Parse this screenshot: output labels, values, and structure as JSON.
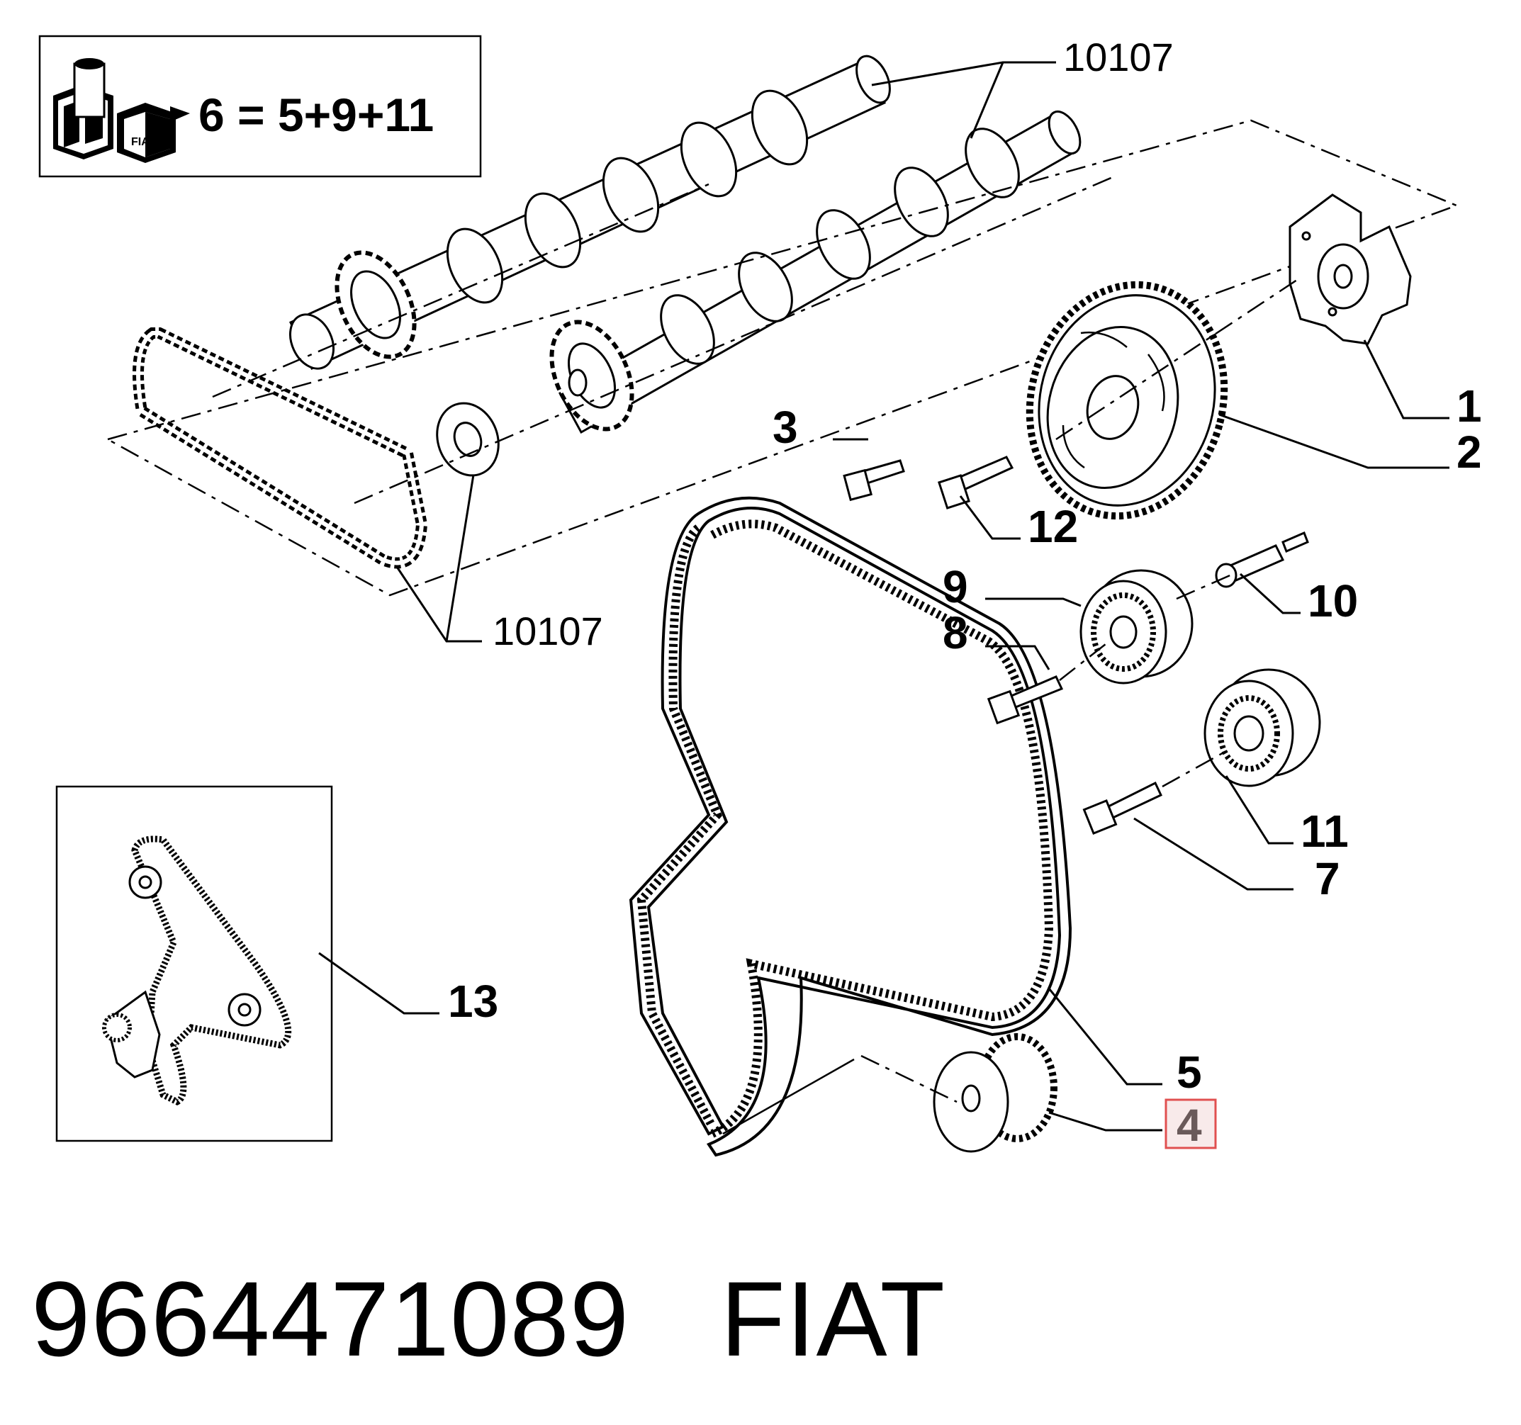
{
  "kit_formula": "6 = 5+9+11",
  "kit_icon_text": "FIAT",
  "callouts": [
    {
      "id": "1",
      "label": "1"
    },
    {
      "id": "2",
      "label": "2"
    },
    {
      "id": "3",
      "label": "3"
    },
    {
      "id": "4",
      "label": "4",
      "highlighted": true
    },
    {
      "id": "5",
      "label": "5"
    },
    {
      "id": "7",
      "label": "7"
    },
    {
      "id": "8",
      "label": "8"
    },
    {
      "id": "9",
      "label": "9"
    },
    {
      "id": "10",
      "label": "10"
    },
    {
      "id": "11",
      "label": "11"
    },
    {
      "id": "12",
      "label": "12"
    },
    {
      "id": "13",
      "label": "13"
    },
    {
      "id": "10107a",
      "label": "10107"
    },
    {
      "id": "10107b",
      "label": "10107"
    }
  ],
  "highlight_color": "#e05050",
  "footer": {
    "part_number": "9664471089",
    "brand": "FIAT"
  }
}
